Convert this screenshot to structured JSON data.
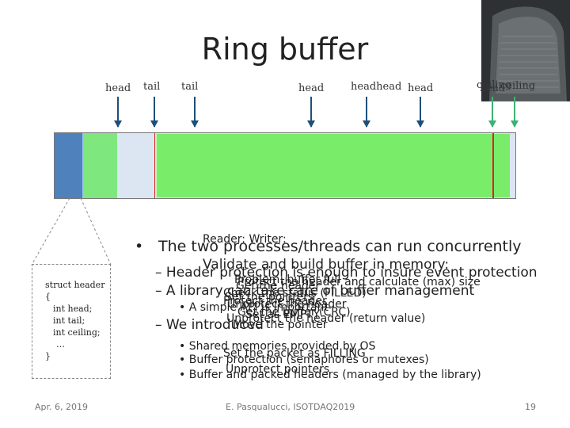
{
  "slide": {
    "title": "Ring buffer",
    "pointers": {
      "head_1": "head",
      "tail_1": "tail",
      "tail_2": "tail",
      "head_2": "head",
      "head_3": "headhead",
      "head_4": "head",
      "ceiling_stack": "ceiling",
      "head_5": "head",
      "ceiling_2": "ceiling"
    },
    "struct_code": [
      "struct header",
      "{",
      "int head;",
      "int tail;",
      "int ceiling;",
      "…",
      "}"
    ],
    "bullet_main": "The two processes/threads can run concurrently",
    "bullet_main_overlay": "Reader: Writer:",
    "sub_items": [
      "Header protection is enough to insure event protection",
      "A library can take care of buffer management",
      "A simple API is important",
      "We introduced",
      "Shared memories provided by OS",
      "Set the packet as FILLING",
      "Buffer protection (semaphores or mutexes)",
      "Unprotect pointers",
      "Buffer and packed headers (managed by the library)"
    ],
    "overlays": [
      "Validate and build buffer in memory:",
      "Protect the header and calculate (max) size",
      "Problem: buffer full",
      "Get the header",
      "Protect the header",
      "Set the pointers",
      "Unprotect the header",
      "Check the status (FILLED)",
      "Get the buffer (CRC)",
      "Unprotect the header (return value)",
      "Move the pointer",
      "Set as EMPTY"
    ],
    "footer_date": "Apr. 6, 2019",
    "footer_center": "E. Pasqualucci, ISOTDAQ2019",
    "page_number": "19"
  },
  "colors": {
    "reader_blue": "#2f5597",
    "buffer_blue": "#4f81bd",
    "green_fill": "#7ee87e",
    "bright_green": "#79ec6a",
    "light_blue": "#dce6f2",
    "red_line": "#e02020",
    "arrow_blue": "#1f4e79",
    "arrow_green": "#3cb371"
  },
  "icons": [
    "stone-tablet-image"
  ]
}
